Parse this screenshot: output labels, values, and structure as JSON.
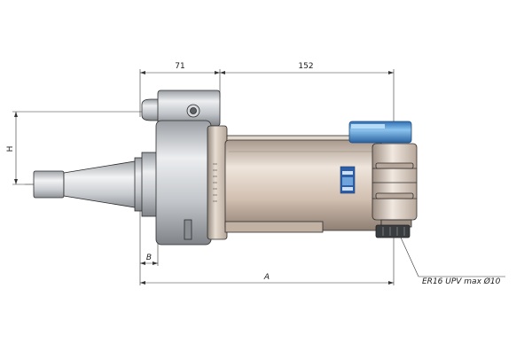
{
  "dimensions": {
    "top_left": "71",
    "top_right": "152",
    "height_label": "H",
    "bottom_small": "B",
    "bottom_overall": "A"
  },
  "callout": {
    "collet_spec": "ER16 UPV max Ø10"
  },
  "colors": {
    "tool_body": "#d4c2b3",
    "flange": "#c8cacd",
    "taper": "#cfd1d4",
    "coolant_block": "#5b9ed6",
    "badge": "#2d5fa8",
    "outline": "#2b2b2b"
  }
}
